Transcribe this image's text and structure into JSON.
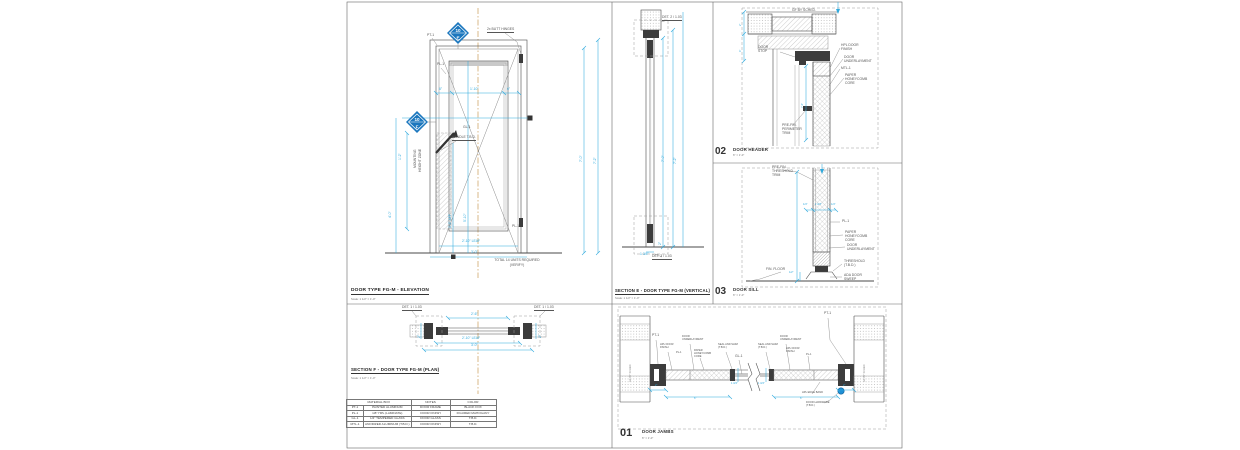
{
  "colors": {
    "dim_cyan": "#2ea9dd",
    "marker_blue": "#1b77be",
    "centerline_tan": "#dcbe93",
    "linework": "#4a4a4a"
  },
  "elevation": {
    "title": "DOOR TYPE FG-M - ELEVATION",
    "scale": "Scale: 1 1/2\" = 1'-0\"",
    "marker_top": {
      "num": "10",
      "letter": "E"
    },
    "marker_left": {
      "num": "10",
      "letter": "F"
    },
    "labels": {
      "pt1": "PT-1",
      "pl1": "PL-1",
      "gl1": "GL-1",
      "pl1b": "PL-1",
      "hinges": "2x BUTT HINGES",
      "handle": "HANDLE T.B.D.",
      "zone1": "MOUNTING",
      "zone2": "HEIGHT ZONE",
      "total1": "TOTAL 14 UNITS REQUIRED",
      "total2": "(VERIFY)"
    },
    "dims": {
      "stile_l": "6\"",
      "glass_w": "1'-10\"",
      "stile_r": "6\"",
      "leaf_w": "2'-10\" LEAF",
      "frame_w": "3'-0\"",
      "leaf_h": "7'-0\"",
      "frame_h": "7'-2\"",
      "zone_h": "1'-2\"",
      "mount_h": "4'-0\"",
      "handle_h": "3'-6\" AFF",
      "glass_h": "5'-10\""
    }
  },
  "section_e": {
    "title": "SECTION E - DOOR TYPE FG-M (VERTICAL)",
    "scale": "Scale: 1 1/2\" = 1'-0\"",
    "det_top": "DET. 2 / 1.03",
    "det_bot": "DET. 3 / 1.03",
    "dims": {
      "d2": "2\"",
      "leaf_h": "7'-0\"",
      "frame_h": "7'-2\"",
      "d134": "1 3/4\""
    }
  },
  "section_f": {
    "title": "SECTION F - DOOR TYPE FG-M (PLAN)",
    "scale": "Scale: 1 1/2\" = 1'-0\"",
    "det_l": "DET. 1 / 1.03",
    "det_r": "DET. 1 / 1.03",
    "dims": {
      "glass_w": "2'-6\"",
      "leaf_w": "2'-10\" LEAF",
      "frame_w": "3'-0\"",
      "jamb_l": "2\"",
      "jamb_r": "2\""
    }
  },
  "header_det": {
    "num": "02",
    "title": "DOOR HEADER",
    "scale": "6\" = 1'-0\"",
    "labels": {
      "sched": "GF BY SCHED.",
      "stop": "DOOR STOP",
      "hpl": "HPL DOOR FINISH",
      "under": "DOOR UNDERLAYMENT",
      "mtl": "MTL-1",
      "core": "PAPER HONEYCOMB CORE",
      "trim": "PRE-FIN. PERIMETER TRIM"
    },
    "dims": {
      "a": "2\"",
      "b": "4\"",
      "c": "7'-0\""
    }
  },
  "sill_det": {
    "num": "03",
    "title": "DOOR SILL",
    "scale": "6\" = 1'-0\"",
    "labels": {
      "trim": "PRE-FIN. THRESHOLD TRIM",
      "floor": "FIN. FLOOR",
      "pl1": "PL-1",
      "core": "PAPER HONEYCOMB CORE",
      "under": "DOOR UNDERLAYMENT",
      "thresh": "THRESHOLD (T.B.D.)",
      "sweep": "ADA DOOR SWEEP"
    },
    "dims": {
      "a": "1/4\"",
      "b": "1 3/4\"",
      "c": "1/4\"",
      "d": "1/2\""
    }
  },
  "jambs_det": {
    "num": "01",
    "title": "DOOR JAMBS",
    "scale": "6\" = 1'-0\"",
    "labels": {
      "sched_l": "GF BY SCHED",
      "sched_r": "GF BY SCHED",
      "pt1_l": "PT-1",
      "hpl_l": "HPL DOOR FINISH",
      "under_l": "DOOR UNDERLAYMENT",
      "pl1_l": "PL-1",
      "core_l": "PAPER HONEYCOMB CORE",
      "seal_l": "SEAL AND SHIM (T.B.D.)",
      "gl1": "GL-1",
      "seal_r": "SEAL AND SHIM (T.B.D.)",
      "under_r": "DOOR UNDERLAYMENT",
      "hpl_r": "HPL DOOR FINISH",
      "pl1_r": "PL-1",
      "pt1_r": "PT-1",
      "edge": "HPL EDGE BAND",
      "hardware": "DOOR HARDWARE (T.B.D.)"
    },
    "dims": {
      "l2": "2\"",
      "l6": "6\"",
      "l134": "1 3/4\"",
      "r134": "1 3/4\"",
      "r6": "6\"",
      "r2": "2\""
    }
  },
  "material_table": {
    "header_material": "MATERIAL BOX",
    "header_notes": "NOTES",
    "header_color": "COLOR",
    "rows": [
      [
        "PT-1",
        "PAINTED ALUMINUM",
        "DOOR FRAME",
        "BLACK FOX"
      ],
      [
        "PL-1",
        "1/8\" HPL (LAMINATE)",
        "DOOR FINISH",
        "FIGURED MAHOGANY"
      ],
      [
        "GL-1",
        "1/4\" TEMPERED GLASS",
        "DOOR GLASS",
        "T.B.D."
      ],
      [
        "MTL-1",
        "ANODIZED ALUMINUM (T.B.D.)",
        "DOOR FINISH",
        "T.B.D."
      ]
    ]
  }
}
